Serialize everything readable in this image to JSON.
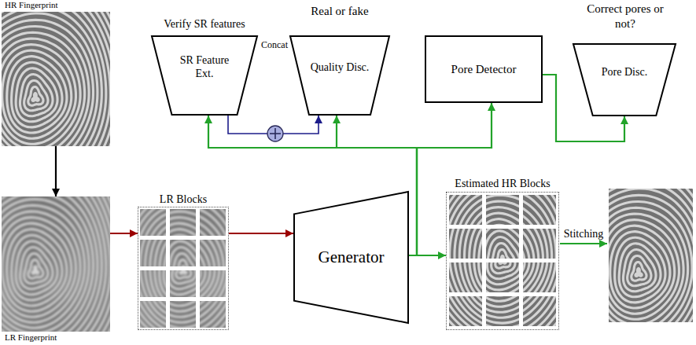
{
  "diagram": {
    "nodes": [
      {
        "text": [
          "HR Fingerprint"
        ]
      },
      {
        "text": [
          "SR Feature Ext."
        ]
      },
      {
        "text": [
          "Quality Disc."
        ]
      },
      {
        "text": [
          "Pore Detector"
        ]
      },
      {
        "text": [
          "Pore Disc."
        ]
      },
      {
        "text": [
          "LR Fingerprint"
        ]
      },
      {
        "text": [
          "LR Blocks"
        ]
      },
      {
        "text": [
          "Generator"
        ]
      },
      {
        "text": [
          "Estimated HR Blocks"
        ]
      }
    ],
    "edges": [
      {
        "from": 0,
        "to": 5,
        "arrow": "to"
      },
      {
        "from": 5,
        "to": 6,
        "arrow": "to"
      },
      {
        "from": 6,
        "to": 7,
        "arrow": "to"
      },
      {
        "from": 7,
        "to": 8,
        "arrow": "to"
      },
      {
        "from": 7,
        "to": 1,
        "arrow": "to"
      },
      {
        "from": 7,
        "to": 2,
        "arrow": "to"
      },
      {
        "from": 7,
        "to": 3,
        "arrow": "to"
      },
      {
        "from": 3,
        "to": 4,
        "arrow": "to"
      },
      {
        "from": 1,
        "to": 2,
        "arrow": "to"
      }
    ],
    "labels": [
      "Verify SR features",
      "Real or fake",
      "Concat",
      "Correct pores or not?",
      "Stitching"
    ]
  }
}
